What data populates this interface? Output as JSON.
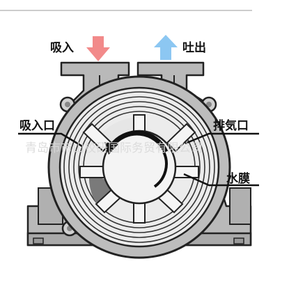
{
  "labels": {
    "suction": "吸入",
    "discharge": "吐出",
    "suction_port": "吸入口",
    "exhaust_port": "排気口",
    "water_film": "水膜"
  },
  "watermark": "青岛市市山校研国际务贸有限公司",
  "colors": {
    "suction_arrow": "#f28a8a",
    "discharge_arrow": "#8cc7f2",
    "body": "#b9b9b9",
    "outline": "#222222",
    "dark_zone": "#7a7a7a"
  }
}
